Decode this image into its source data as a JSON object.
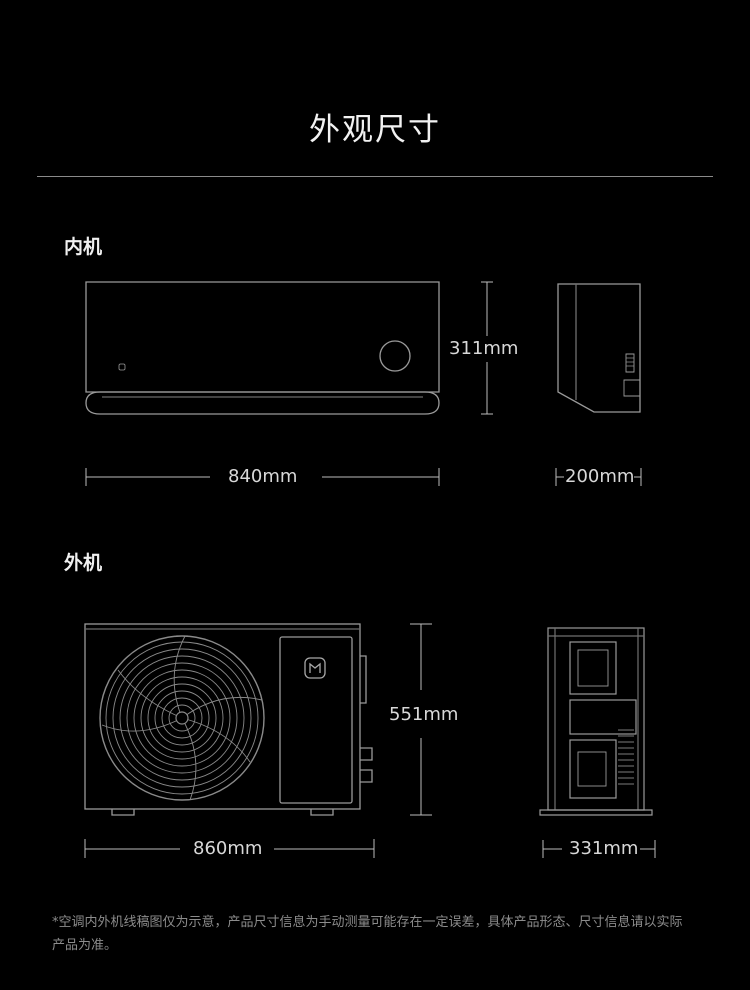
{
  "page": {
    "title": "外观尺寸",
    "note": "*空调内外机线稿图仅为示意，产品尺寸信息为手动测量可能存在一定误差，具体产品形态、尺寸信息请以实际产品为准。"
  },
  "indoor": {
    "label": "内机",
    "height": "311mm",
    "width": "840mm",
    "depth": "200mm"
  },
  "outdoor": {
    "label": "外机",
    "height": "551mm",
    "width": "860mm",
    "depth": "331mm"
  },
  "colors": {
    "background": "#000000",
    "line": "#9a9a9a"
  }
}
